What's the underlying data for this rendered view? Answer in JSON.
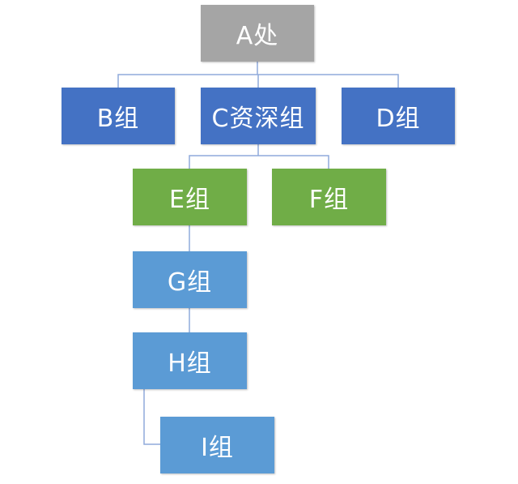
{
  "colors": {
    "gray": "#a5a5a5",
    "dark_blue": "#4472c4",
    "green": "#70ad47",
    "light_blue": "#5b9bd5",
    "connector": "#8faadc"
  },
  "nodes": {
    "a": {
      "label": "A处",
      "color": "#a5a5a5"
    },
    "b": {
      "label": "B组",
      "color": "#4472c4"
    },
    "c": {
      "label": "C资深组",
      "color": "#4472c4"
    },
    "d": {
      "label": "D组",
      "color": "#4472c4"
    },
    "e": {
      "label": "E组",
      "color": "#70ad47"
    },
    "f": {
      "label": "F组",
      "color": "#70ad47"
    },
    "g": {
      "label": "G组",
      "color": "#5b9bd5"
    },
    "h": {
      "label": "H组",
      "color": "#5b9bd5"
    },
    "i": {
      "label": "I组",
      "color": "#5b9bd5"
    }
  },
  "edges": [
    {
      "from": "a",
      "to": "b"
    },
    {
      "from": "a",
      "to": "c"
    },
    {
      "from": "a",
      "to": "d"
    },
    {
      "from": "c",
      "to": "e"
    },
    {
      "from": "c",
      "to": "f"
    },
    {
      "from": "e",
      "to": "g"
    },
    {
      "from": "g",
      "to": "h"
    },
    {
      "from": "h",
      "to": "i"
    }
  ]
}
